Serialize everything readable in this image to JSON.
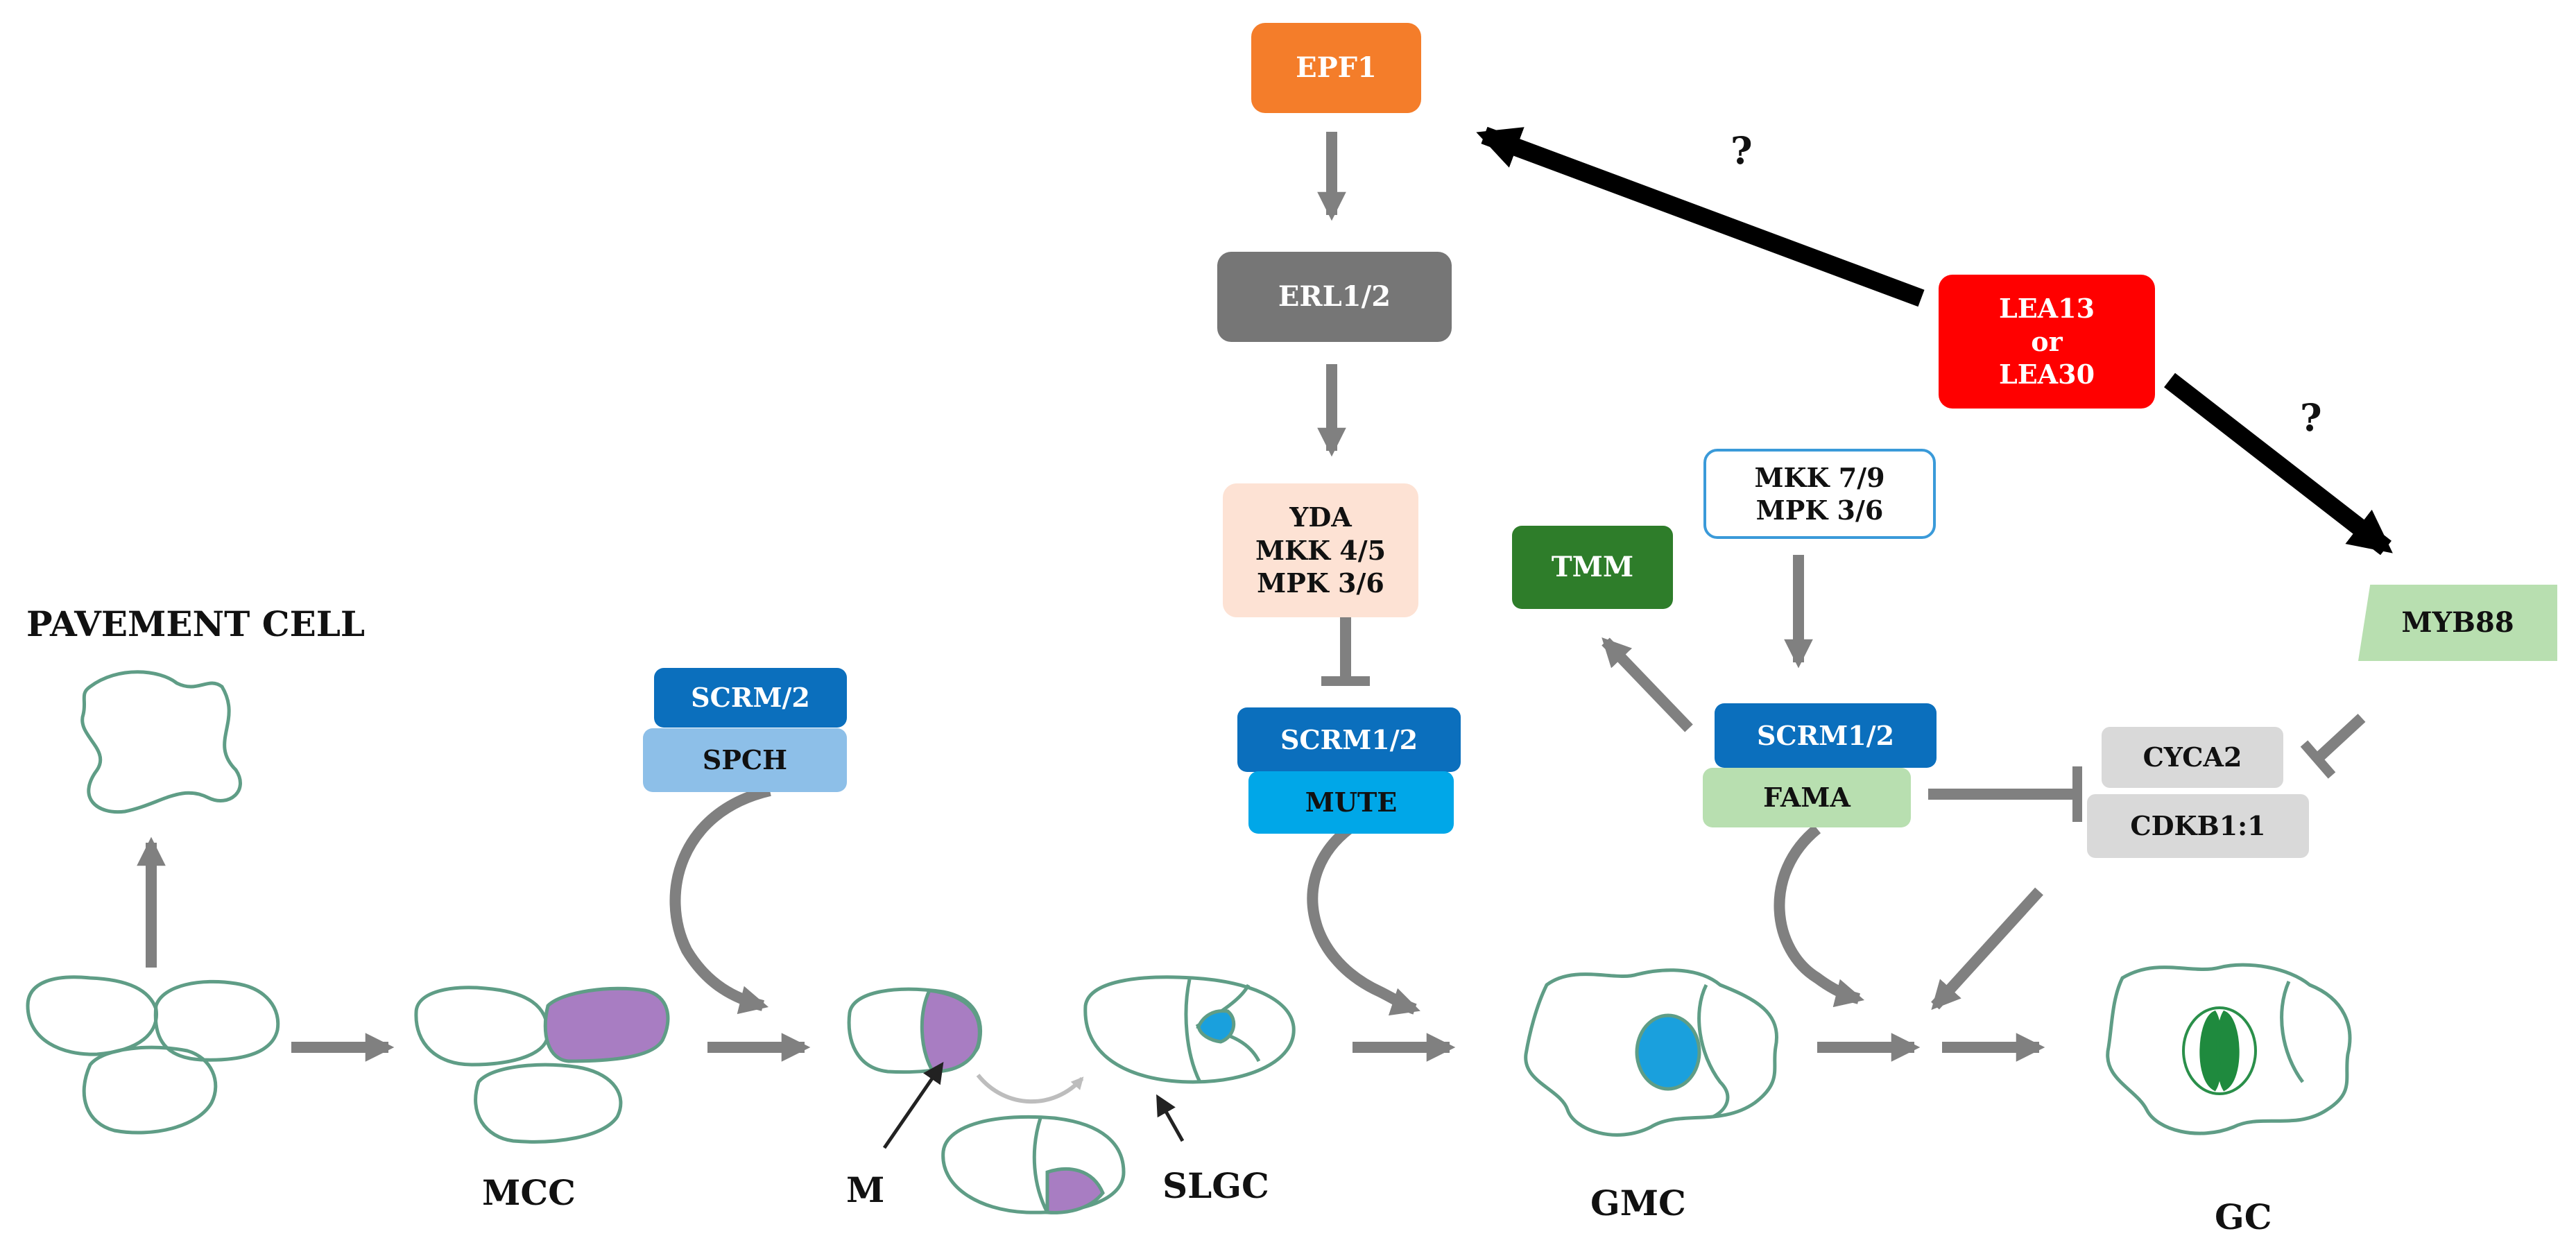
{
  "cell_labels": {
    "pavement_cell": "PAVEMENT CELL",
    "mcc": "MCC",
    "m": "M",
    "slgc": "SLGC",
    "gmc": "GMC",
    "gc": "GC"
  },
  "regulators": {
    "epf1": "EPF1",
    "erl": "ERL1/2",
    "yda_mkk_mpk": "YDA\nMKK 4/5\nMPK 3/6",
    "mkk79_mpk36": "MKK 7/9\nMPK 3/6",
    "lea": "LEA13\nor\nLEA30",
    "myb88": "MYB88",
    "tmm": "TMM",
    "scrm_spch": "SCRM/2",
    "spch": "SPCH",
    "scrm_mute": "SCRM1/2",
    "mute": "MUTE",
    "scrm_fama": "SCRM1/2",
    "fama": "FAMA",
    "cyca2": "CYCA2",
    "cdkb": "CDKB1:1"
  },
  "question_marks": {
    "epf1_link": "?",
    "myb88_link": "?"
  },
  "colors": {
    "epf1": "#f47d2a",
    "erl": "#767676",
    "yda": "#fde2d4",
    "lea": "#ff0000",
    "tmm": "#2e7d2a",
    "scrm": "#0b6fbd",
    "spch": "#8dbfe8",
    "mute": "#00a7e8",
    "fama": "#b8dfb0",
    "myb88": "#b8dfb0",
    "cyc": "#d9d9d9",
    "cell_outline": "#5f9d86",
    "meristemoid_fill": "#a87dc2",
    "gmc_nucleus": "#1aa0dd",
    "guard_cell": "#1f8a3e",
    "arrow_gray": "#808080",
    "arrow_black": "#000000"
  }
}
